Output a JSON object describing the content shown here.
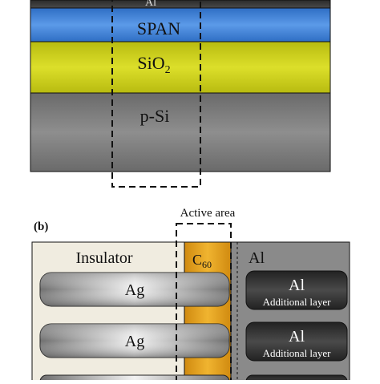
{
  "panel_a": {
    "layers": [
      {
        "label": "Al"
      },
      {
        "label": "SPAN",
        "color": "#3d7fd6"
      },
      {
        "label": "SiO",
        "subscript": "2",
        "color": "#c9cc14"
      },
      {
        "label": "p-Si",
        "color": "#7c7c7c"
      }
    ]
  },
  "panel_b": {
    "panel_label": "(b)",
    "active_area_label": "Active area",
    "insulator_label": "Insulator",
    "c60_label": "C",
    "c60_subscript": "60",
    "al_column_label": "Al",
    "electrodes": [
      {
        "label": "Ag",
        "al_label": "Al",
        "al_sublabel": "Additional layer"
      },
      {
        "label": "Ag",
        "al_label": "Al",
        "al_sublabel": "Additional layer"
      }
    ],
    "colors": {
      "insulator_bg": "#f0ece0",
      "c60": "#e0a020",
      "al_bg": "#8a8a8a",
      "al_pad": "#333333"
    }
  }
}
